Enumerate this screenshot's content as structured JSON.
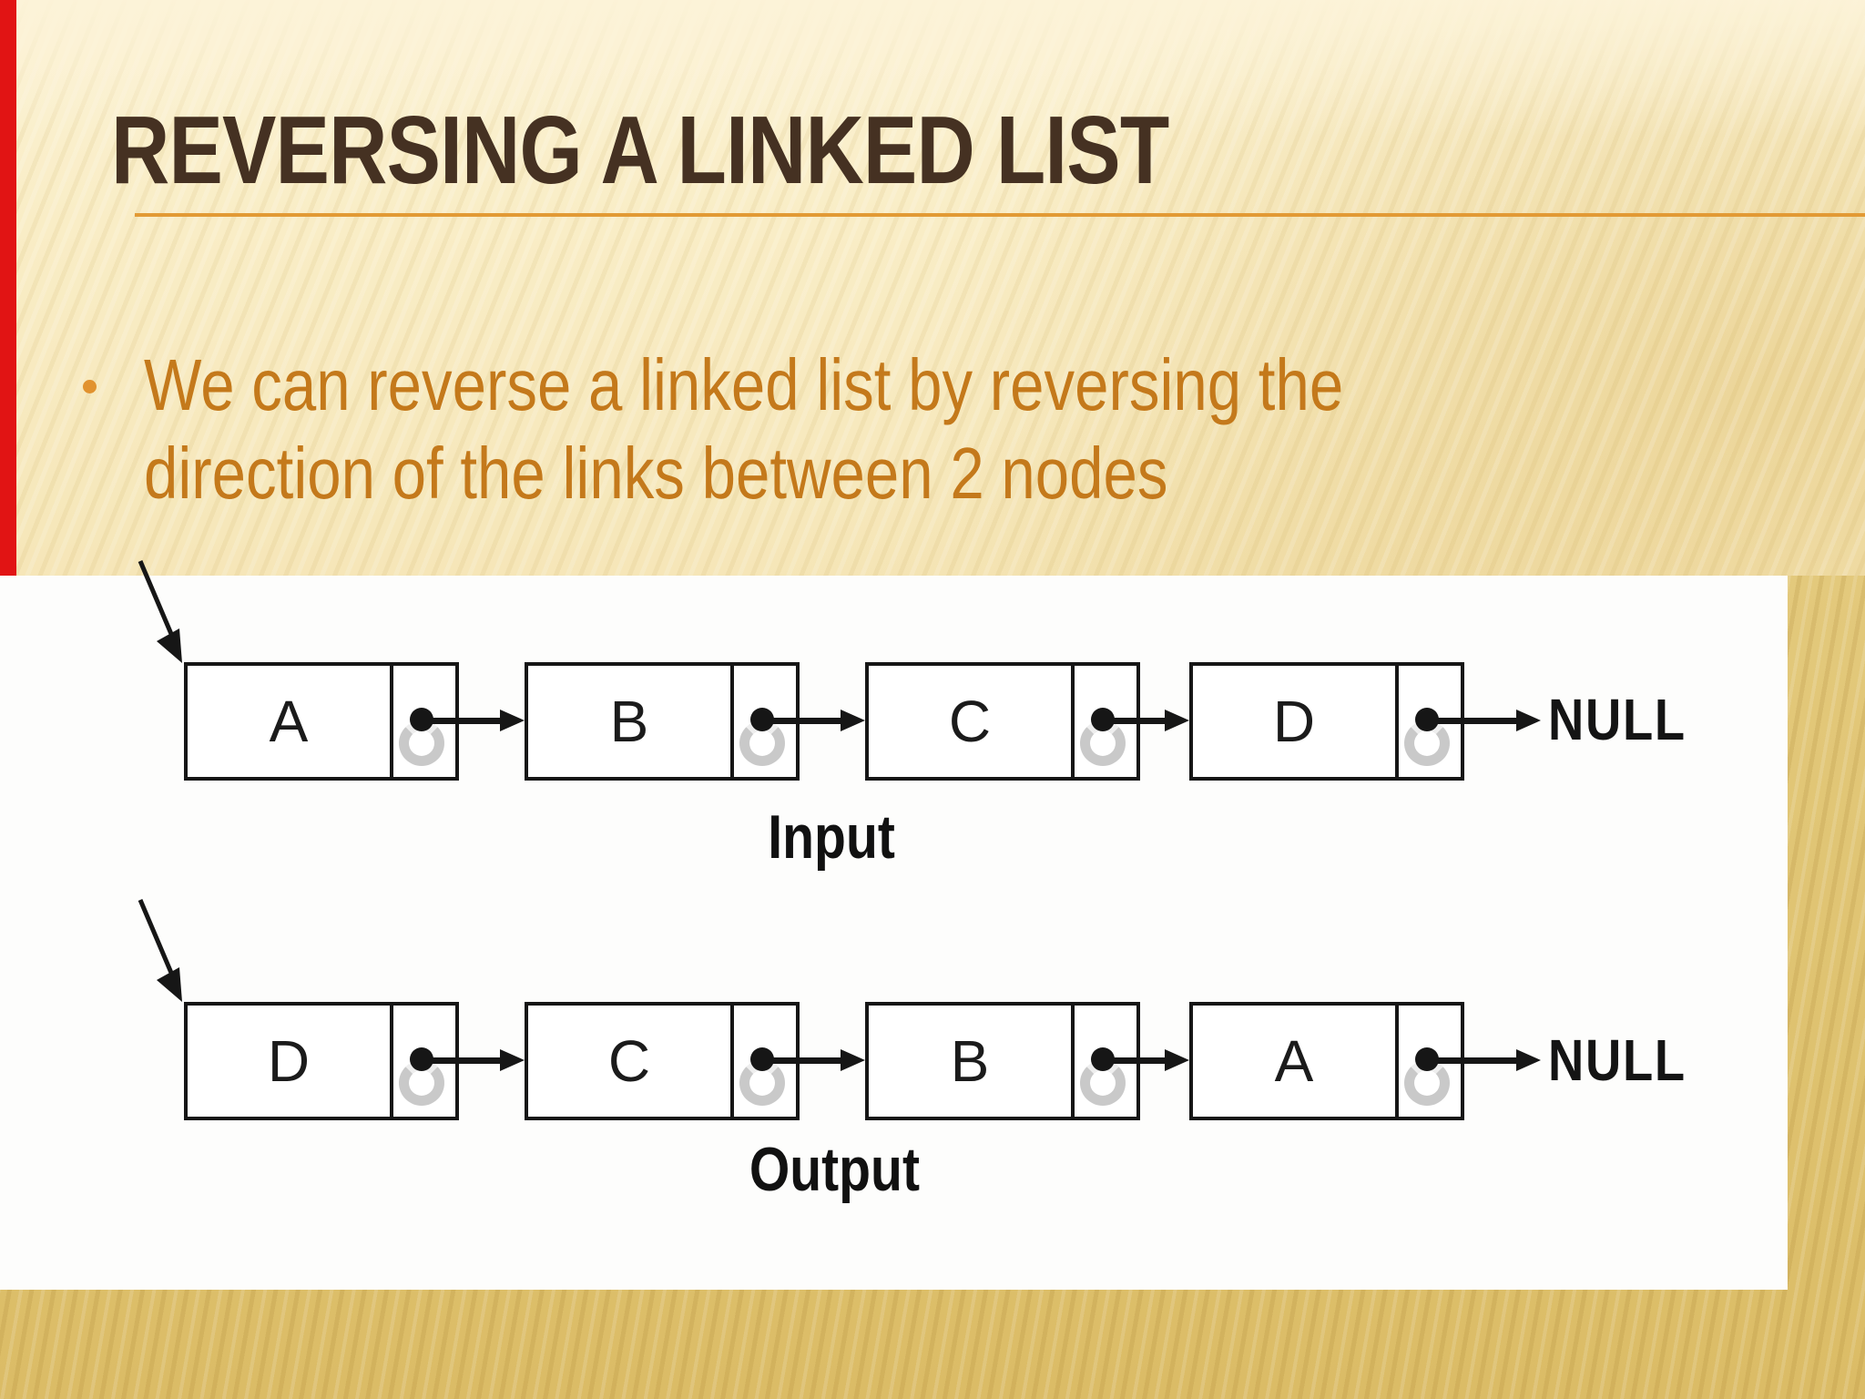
{
  "slide": {
    "title": "REVERSING A LINKED LIST",
    "bullet": {
      "line1": "We can reverse a linked list by reversing the",
      "line2": "direction of the links between 2 nodes"
    }
  },
  "diagram": {
    "input": {
      "caption": "Input",
      "nodes": [
        "A",
        "B",
        "C",
        "D"
      ],
      "terminator": "NULL"
    },
    "output": {
      "caption": "Output",
      "nodes": [
        "D",
        "C",
        "B",
        "A"
      ],
      "terminator": "NULL"
    }
  },
  "colors": {
    "accent_red_stripe": "#E11414",
    "rule_orange": "#E29A35",
    "bullet_text_orange": "#C4791B",
    "bullet_marker_orange": "#E1922F",
    "title_brown": "#453122",
    "background_gold": "#DFC371",
    "background_cream": "#F9EDC6",
    "panel_white": "#FDFDFC",
    "diagram_ink": "#161616"
  }
}
